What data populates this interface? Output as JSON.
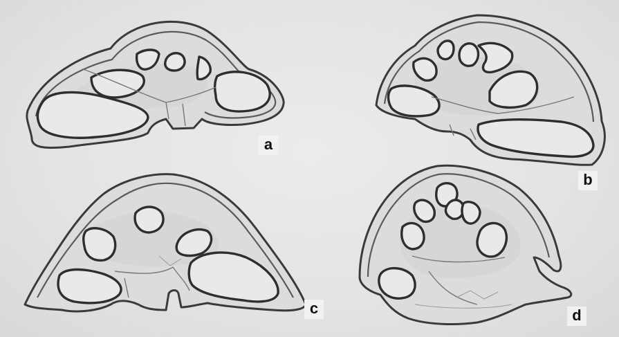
{
  "figure": {
    "panels": [
      {
        "id": "a",
        "label": "a"
      },
      {
        "id": "b",
        "label": "b"
      },
      {
        "id": "c",
        "label": "c"
      },
      {
        "id": "d",
        "label": "d"
      }
    ]
  },
  "colors": {
    "background": "#e6e6e4",
    "outline": "#2e2e2e",
    "label_box": "#f1f1ef"
  }
}
